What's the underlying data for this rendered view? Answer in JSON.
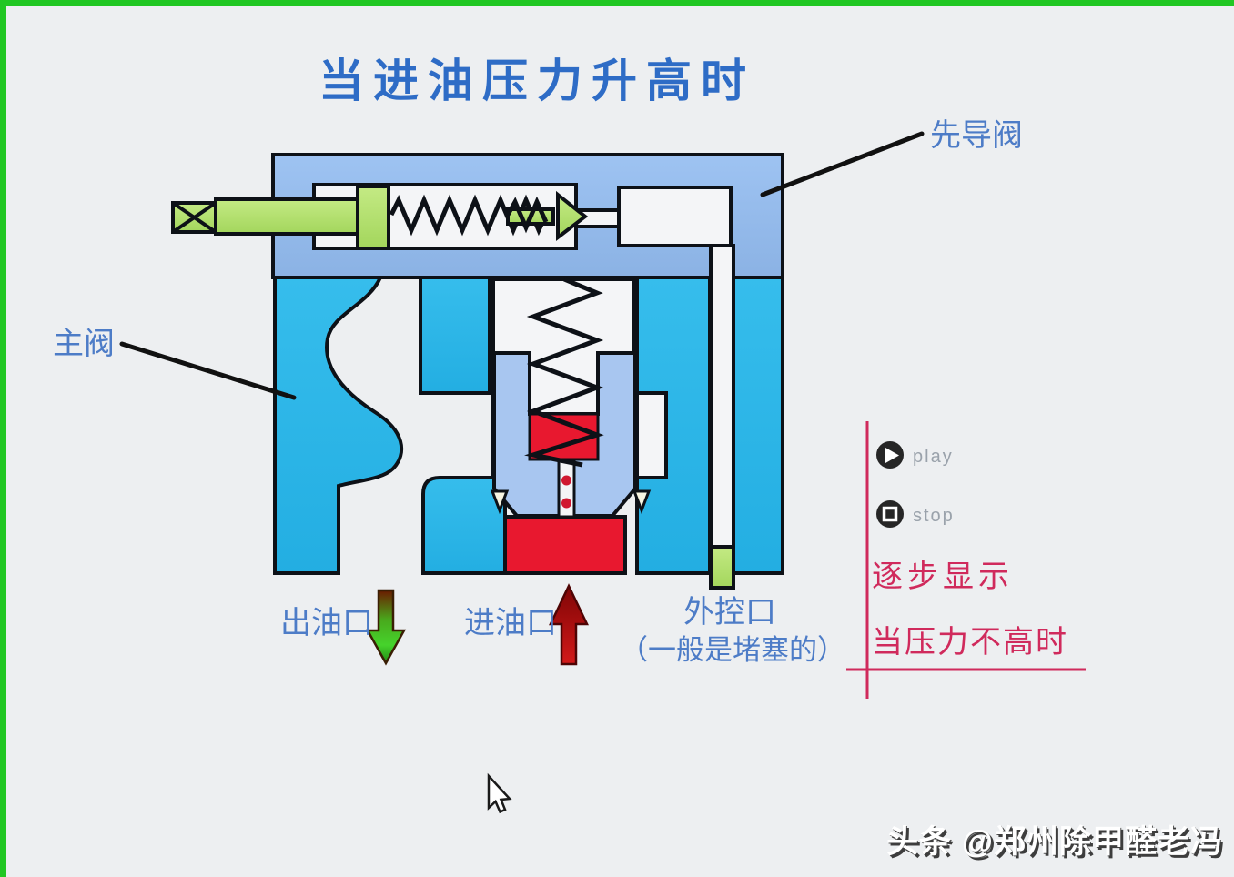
{
  "title": "当进油压力升高时",
  "diagram": {
    "labels": {
      "pilot_valve": "先导阀",
      "main_valve": "主阀",
      "outlet_port": "出油口",
      "inlet_port": "进油口",
      "control_port": "外控口",
      "control_port_note": "（一般是堵塞的）"
    },
    "colors": {
      "valve_body_blue": "#93bbec",
      "spool_blue": "#a8c6f0",
      "port_cyan": "#2cb7e9",
      "oil_red": "#e8182f",
      "part_green": "#b4e070",
      "chamber_white": "#f4f5f7",
      "outline_black": "#0d1117"
    }
  },
  "controls": {
    "play_label": "play",
    "stop_label": "stop"
  },
  "notes": {
    "step_display": "逐步显示",
    "low_pressure": "当压力不高时",
    "accent_color": "#d02a5c"
  },
  "watermark": "头条 @郑州除甲醛老冯",
  "frame": {
    "border_color": "#21c723",
    "background": "#edeff1",
    "title_color": "#2e6cc6",
    "label_color": "#4d7cc7"
  }
}
